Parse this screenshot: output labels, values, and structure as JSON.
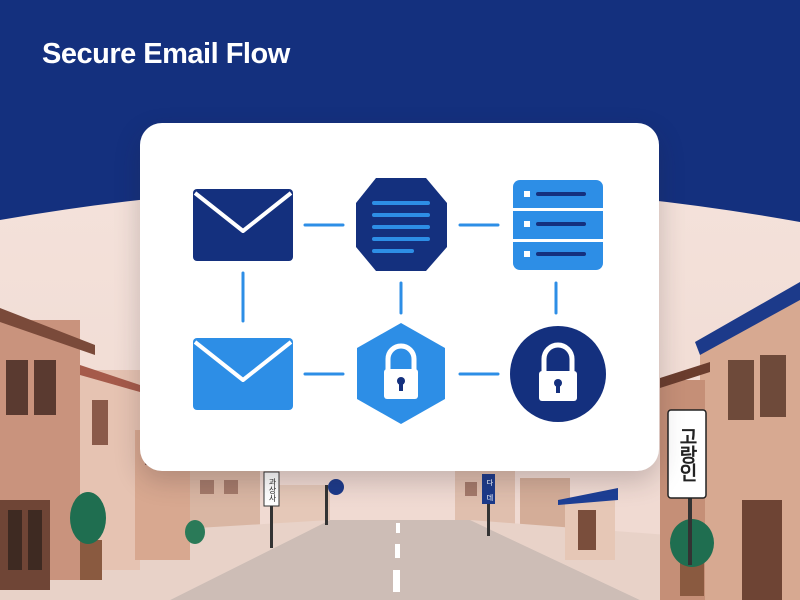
{
  "title": "Secure Email Flow",
  "diagram": {
    "nodes": [
      {
        "id": "email-top",
        "icon": "envelope-icon",
        "shape": "envelope",
        "color": "#14307e"
      },
      {
        "id": "message-octagon",
        "icon": "message-lines-icon",
        "shape": "octagon",
        "color": "#14307e"
      },
      {
        "id": "server",
        "icon": "server-stack-icon",
        "shape": "server",
        "color": "#2d8ee6"
      },
      {
        "id": "email-bottom",
        "icon": "envelope-icon",
        "shape": "envelope",
        "color": "#2d8ee6"
      },
      {
        "id": "lock-hexagon",
        "icon": "padlock-icon",
        "shape": "hexagon",
        "color": "#2d8ee6"
      },
      {
        "id": "lock-circle",
        "icon": "padlock-icon",
        "shape": "circle",
        "color": "#14307e"
      }
    ],
    "connectors": [
      [
        "email-top",
        "message-octagon"
      ],
      [
        "message-octagon",
        "server"
      ],
      [
        "email-top",
        "email-bottom"
      ],
      [
        "message-octagon",
        "lock-hexagon"
      ],
      [
        "server",
        "lock-circle"
      ],
      [
        "email-bottom",
        "lock-hexagon"
      ],
      [
        "lock-hexagon",
        "lock-circle"
      ]
    ],
    "connector_color": "#2d8ee6"
  },
  "street_signs": {
    "right": "고랑인",
    "left": "과상사",
    "middle": "다 데"
  },
  "colors": {
    "navy": "#14307e",
    "blue": "#2d8ee6",
    "card": "#ffffff",
    "sky": "#f3e3dd"
  }
}
